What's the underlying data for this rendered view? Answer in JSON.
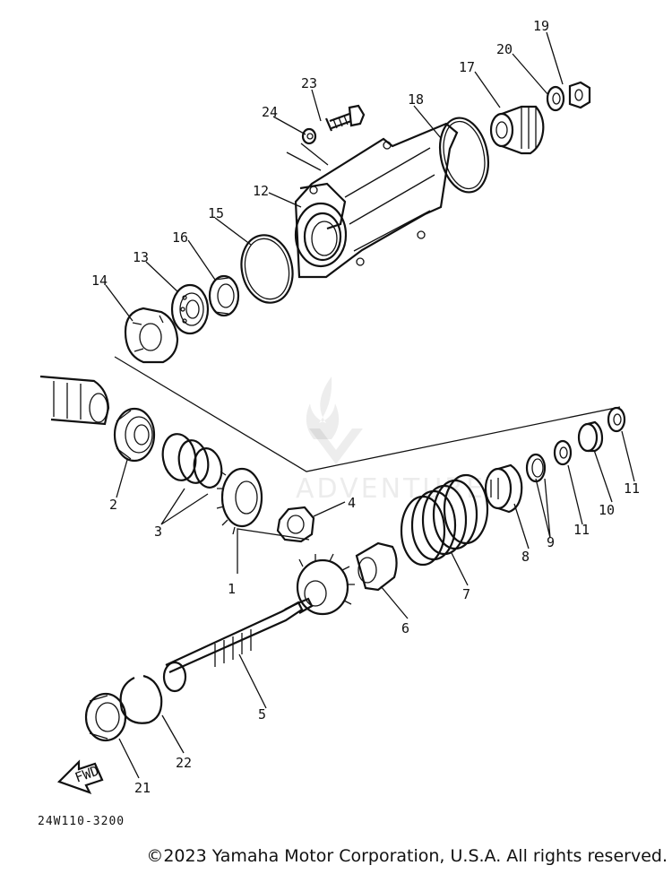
{
  "diagram": {
    "callouts": [
      {
        "id": "1",
        "label": "1"
      },
      {
        "id": "2",
        "label": "2"
      },
      {
        "id": "3",
        "label": "3"
      },
      {
        "id": "4",
        "label": "4"
      },
      {
        "id": "5",
        "label": "5"
      },
      {
        "id": "6",
        "label": "6"
      },
      {
        "id": "7",
        "label": "7"
      },
      {
        "id": "8",
        "label": "8"
      },
      {
        "id": "9",
        "label": "9"
      },
      {
        "id": "10",
        "label": "10"
      },
      {
        "id": "11a",
        "label": "11"
      },
      {
        "id": "11b",
        "label": "11"
      },
      {
        "id": "12",
        "label": "12"
      },
      {
        "id": "13",
        "label": "13"
      },
      {
        "id": "14",
        "label": "14"
      },
      {
        "id": "15",
        "label": "15"
      },
      {
        "id": "16",
        "label": "16"
      },
      {
        "id": "17",
        "label": "17"
      },
      {
        "id": "18",
        "label": "18"
      },
      {
        "id": "19",
        "label": "19"
      },
      {
        "id": "20",
        "label": "20"
      },
      {
        "id": "21",
        "label": "21"
      },
      {
        "id": "22",
        "label": "22"
      },
      {
        "id": "23",
        "label": "23"
      },
      {
        "id": "24",
        "label": "24"
      }
    ],
    "fwd_label": "FWD",
    "reference_code": "24W110-3200"
  },
  "watermark": {
    "text": "ADVENTURE"
  },
  "footer": {
    "copyright": "©2023 Yamaha Motor Corporation, U.S.A. All rights reserved."
  }
}
